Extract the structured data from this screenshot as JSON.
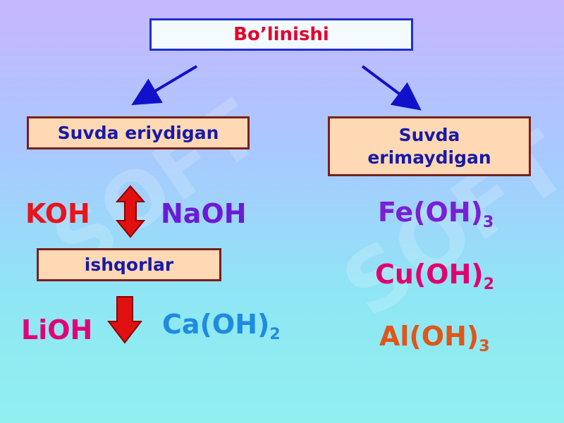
{
  "title": "Bo’linishi",
  "categories": {
    "soluble": "Suvda eriydigan",
    "insoluble_line1": "Suvda",
    "insoluble_line2": "erimaydigan",
    "alkalis": "ishqorlar"
  },
  "soluble_bases": {
    "koh": "KOH",
    "naoh": "NaOH",
    "lioh": "LiOH",
    "caoh2_base": "Ca(OH)",
    "caoh2_sub": "2"
  },
  "insoluble_bases": {
    "feoh3_base": "Fe(OH)",
    "feoh3_sub": "3",
    "cuoh2_base": "Cu(OH)",
    "cuoh2_sub": "2",
    "aloh3_base": "Al(OH)",
    "aloh3_sub": "3"
  },
  "colors": {
    "title_text": "#e4002b",
    "box_text": "#1a1aa6",
    "koh": "#e8141c",
    "naoh": "#6a1bd6",
    "lioh": "#e2007a",
    "caoh2": "#1f8be0",
    "feoh3": "#7a1fd6",
    "cuoh2": "#e0006e",
    "aloh3": "#e0561a",
    "arrow_blue": "#1111cc",
    "arrow_red": "#e01010"
  }
}
